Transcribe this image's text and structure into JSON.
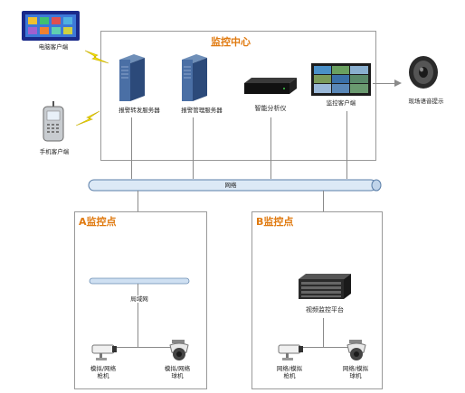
{
  "center": {
    "title": "监控中心"
  },
  "network": {
    "label": "网络"
  },
  "site_a": {
    "title": "A监控点",
    "switch_label": "局域网"
  },
  "site_b": {
    "title": "B监控点"
  },
  "nodes": {
    "pc_client": "电脑客户端",
    "mobile_client": "手机客户端",
    "alarm_forward_server": "报警转发服务器",
    "alarm_mgmt_server": "报警管理服务器",
    "intelligent_analyzer": "智能分析仪",
    "monitor_client": "监控客户端",
    "audio_alert": "现场语音提示",
    "video_platform": "视频监控平台",
    "a_gun_cam": "模拟/网络\n枪机",
    "a_dome_cam": "模拟/网络\n球机",
    "b_gun_cam": "网络/模拟\n枪机",
    "b_dome_cam": "网络/模拟\n球机"
  },
  "colors": {
    "accent": "#e07a10",
    "network_pipe": "#dce9f6",
    "lightning": "#f5e000"
  }
}
